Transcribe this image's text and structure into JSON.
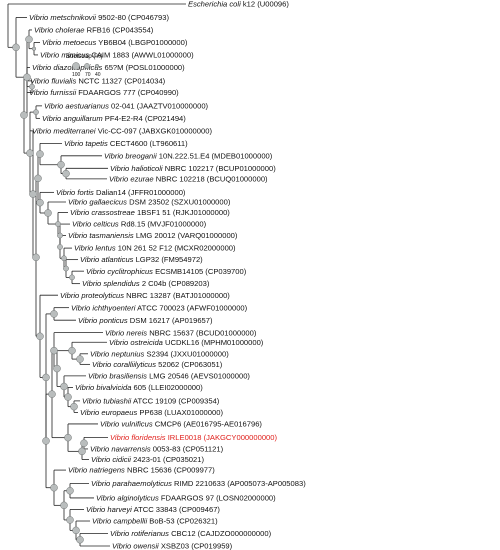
{
  "legend": {
    "title": "Bootstrap (%)",
    "values": [
      "100",
      "70",
      "40"
    ]
  },
  "taxa": [
    {
      "name": "Escherichia coli",
      "strain": "k12 (U00096)"
    },
    {
      "name": "Vibrio metschnikovii",
      "strain": "9502-80 (CP046793)"
    },
    {
      "name": "Vibrio cholerae",
      "strain": "RFB16 (CP043554)"
    },
    {
      "name": "Vibrio metoecus",
      "strain": "YB6B04 (LBGP01000000)"
    },
    {
      "name": "Vibrio mimicus",
      "strain": "CAIM 1883 (AWWL01000000)"
    },
    {
      "name": "Vibrio diazotrophicus",
      "strain": "65?M (POSL01000000)"
    },
    {
      "name": "Vibrio fluvialis",
      "strain": "NCTC 11327 (CP014034)"
    },
    {
      "name": "Vibrio furnissii",
      "strain": "FDAARGOS 777 (CP040990)"
    },
    {
      "name": "Vibrio aestuarianus",
      "strain": "02-041 (JAAZTV010000000)"
    },
    {
      "name": "Vibrio anguillarum",
      "strain": "PF4-E2-R4 (CP021494)"
    },
    {
      "name": "Vibrio mediterranei",
      "strain": "Vic-CC-097 (JABXGK010000000)"
    },
    {
      "name": "Vibrio tapetis",
      "strain": "CECT4600 (LT960611)"
    },
    {
      "name": "Vibrio breoganii",
      "strain": "10N.222.51.E4 (MDEB01000000)"
    },
    {
      "name": "Vibrio halioticoli",
      "strain": "NBRC 102217 (BCUP01000000)"
    },
    {
      "name": "Vibrio ezurae",
      "strain": "NBRC 102218 (BCUQ01000000)"
    },
    {
      "name": "Vibrio fortis",
      "strain": "Dalian14 (JFFR01000000)"
    },
    {
      "name": "Vibrio gallaecicus",
      "strain": "DSM 23502 (SZXU01000000)"
    },
    {
      "name": "Vibrio crassostreae",
      "strain": "1BSF1 51 (RJKJ01000000)"
    },
    {
      "name": "Vibrio celticus",
      "strain": "Rd8.15 (MVJF01000000)"
    },
    {
      "name": "Vibrio tasmaniensis",
      "strain": "LMG 20012 (VARQ01000000)"
    },
    {
      "name": "Vibrio lentus",
      "strain": "10N 261 52 F12 (MCXR02000000)"
    },
    {
      "name": "Vibrio atlanticus",
      "strain": "LGP32 (FM954972)"
    },
    {
      "name": "Vibrio cyclitrophicus",
      "strain": "ECSMB14105 (CP039700)"
    },
    {
      "name": "Vibrio splendidus",
      "strain": "2 C04b (CP089203)"
    },
    {
      "name": "Vibrio proteolyticus",
      "strain": "NBRC 13287 (BATJ01000000)"
    },
    {
      "name": "Vibrio ichthyoenteri",
      "strain": "ATCC 700023 (AFWF01000000)"
    },
    {
      "name": "Vibrio ponticus",
      "strain": "DSM 16217 (AP019657)"
    },
    {
      "name": "Vibrio nereis",
      "strain": "NBRC 15637 (BCUD01000000)"
    },
    {
      "name": "Vibrio ostreicida",
      "strain": "UCDKL16 (MPHM01000000)"
    },
    {
      "name": "Vibrio neptunius",
      "strain": "S2394 (JXXU01000000)"
    },
    {
      "name": "Vibrio coralliilyticus",
      "strain": "52062 (CP063051)"
    },
    {
      "name": "Vibrio brasiliensis",
      "strain": "LMG 20546 (AEVS01000000)"
    },
    {
      "name": "Vibrio bivalvicida",
      "strain": "605 (LLEI02000000)"
    },
    {
      "name": "Vibrio tubiashii",
      "strain": "ATCC 19109 (CP009354)"
    },
    {
      "name": "Vibrio europaeus",
      "strain": "PP638 (LUAX01000000)"
    },
    {
      "name": "Vibrio vulnificus",
      "strain": "CMCP6 (AE016795-AE016796)"
    },
    {
      "name": "Vibrio floridensis",
      "strain": "IRLE0018 (JAKGCY000000000)"
    },
    {
      "name": "Vibrio navarrensis",
      "strain": "0053-83 (CP051121)"
    },
    {
      "name": "Vibrio cidicii",
      "strain": "2423-01 (CP035021)"
    },
    {
      "name": "Vibrio natriegens",
      "strain": "NBRC 15636 (CP009977)"
    },
    {
      "name": "Vibrio parahaemolyticus",
      "strain": "RIMD 2210633 (AP005073-AP005083)"
    },
    {
      "name": "Vibrio alginolyticus",
      "strain": "FDAARGOS 97 (LOSN02000000)"
    },
    {
      "name": "Vibrio harveyi",
      "strain": "ATCC 33843 (CP009467)"
    },
    {
      "name": "Vibrio campbellii",
      "strain": "BoB-53 (CP026321)"
    },
    {
      "name": "Vibrio rotiferianus",
      "strain": "CBC12 (CAJDZO000000000)"
    },
    {
      "name": "Vibrio owensii",
      "strain": "XSBZ03 (CP019959)"
    }
  ],
  "highlight_color": "#e0201c"
}
